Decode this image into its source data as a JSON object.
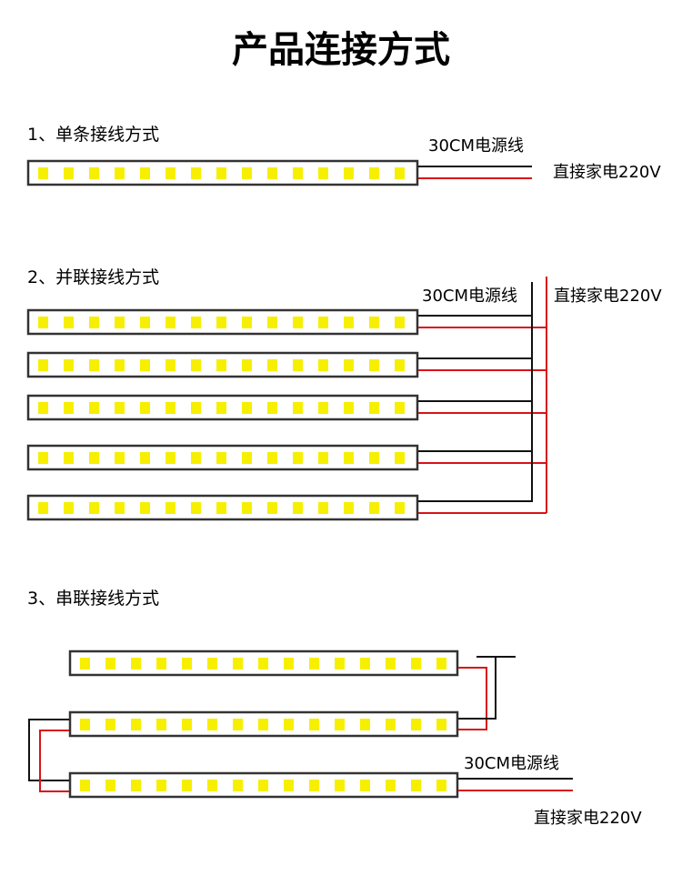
{
  "title": "产品连接方式",
  "colors": {
    "led": "#f7ef00",
    "black_wire": "#111111",
    "red_wire": "#d81318",
    "strip_border": "#333333"
  },
  "led_count_per_strip": 15,
  "sections": [
    {
      "heading": "1、单条接线方式",
      "strip_count": 1,
      "wire_label": "30CM电源线",
      "power_label": "直接家电220V"
    },
    {
      "heading": "2、并联接线方式",
      "strip_count": 5,
      "wire_label": "30CM电源线",
      "power_label": "直接家电220V"
    },
    {
      "heading": "3、串联接线方式",
      "strip_count": 3,
      "wire_label": "30CM电源线",
      "power_label": "直接家电220V"
    }
  ]
}
